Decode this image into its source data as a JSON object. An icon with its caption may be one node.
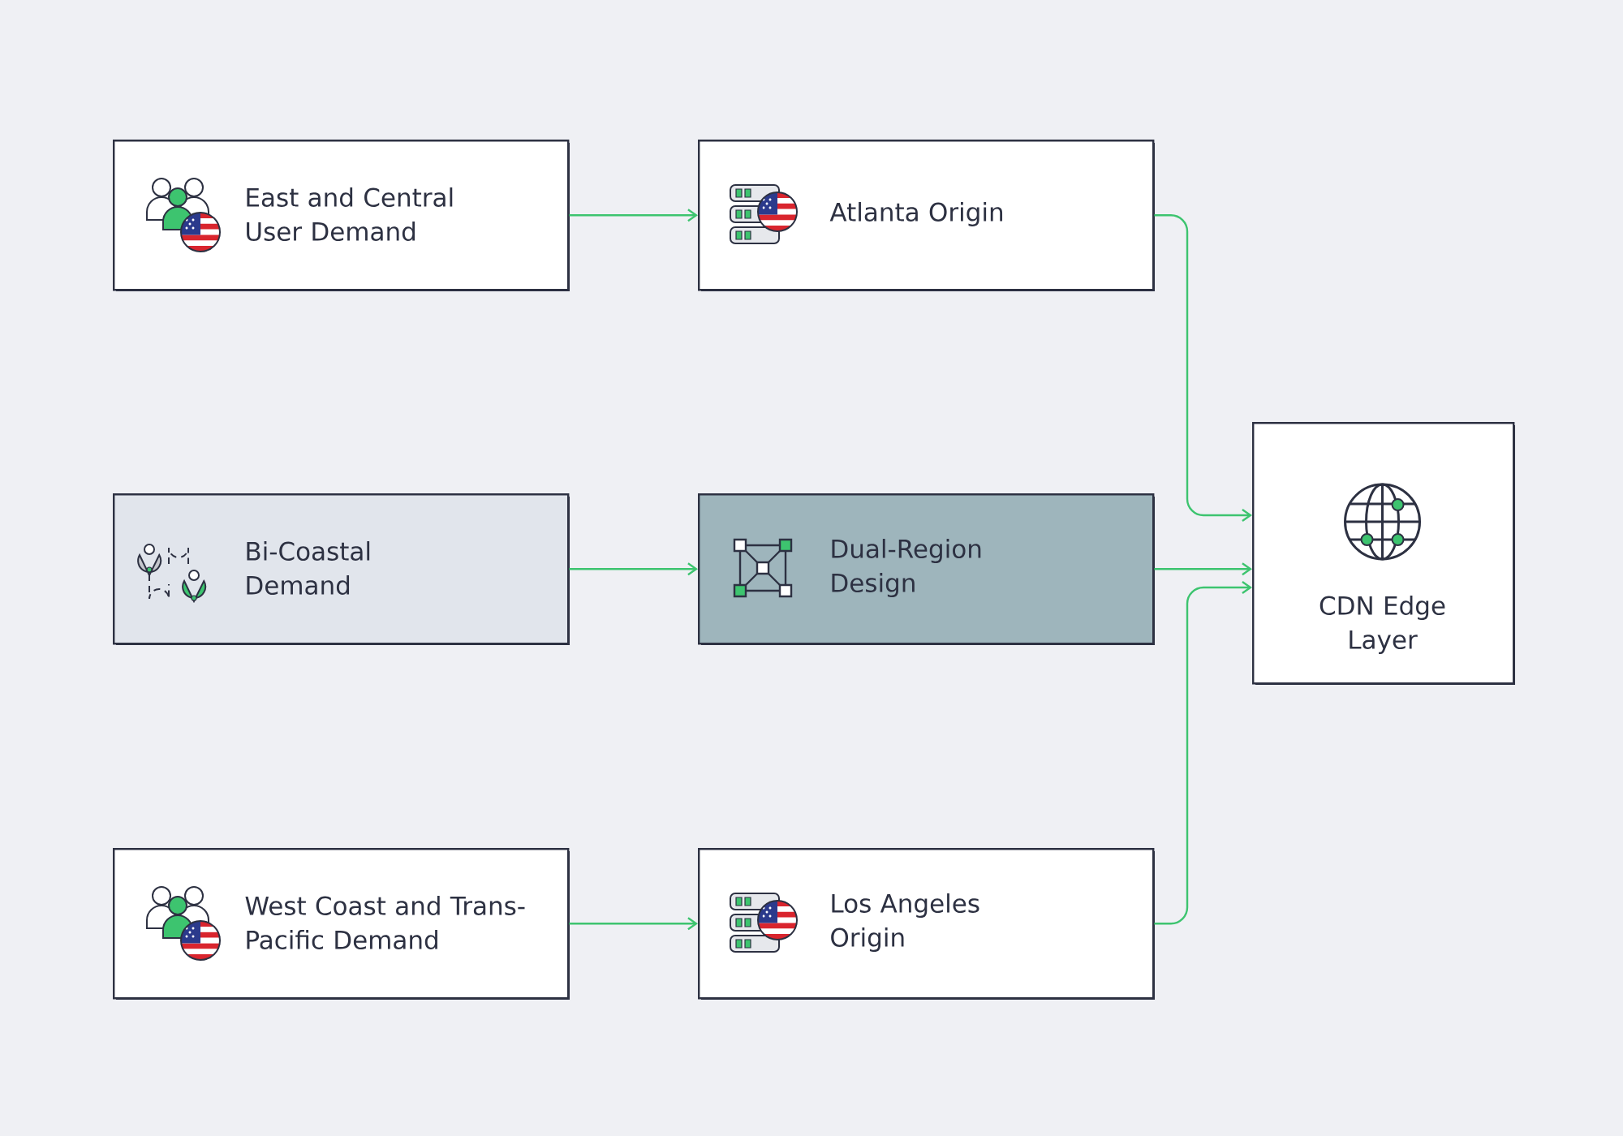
{
  "diagram": {
    "nodes": [
      {
        "text": [
          "East and Central User Demand"
        ]
      },
      {
        "text": [
          "Atlanta Origin"
        ]
      },
      {
        "text": [
          "Bi-Coastal Demand"
        ]
      },
      {
        "text": [
          "Dual-Region Design"
        ]
      },
      {
        "text": [
          "West Coast and Trans-Pacific Demand"
        ]
      },
      {
        "text": [
          "Los Angeles Origin"
        ]
      },
      {
        "text": [
          "CDN Edge Layer"
        ]
      }
    ],
    "edges": [
      {
        "from": 0,
        "to": 1,
        "arrow": "to"
      },
      {
        "from": 1,
        "to": 6,
        "arrow": "to"
      },
      {
        "from": 2,
        "to": 3,
        "arrow": "to"
      },
      {
        "from": 3,
        "to": 6,
        "arrow": "to"
      },
      {
        "from": 4,
        "to": 5,
        "arrow": "to"
      },
      {
        "from": 5,
        "to": 6,
        "arrow": "to"
      }
    ]
  }
}
